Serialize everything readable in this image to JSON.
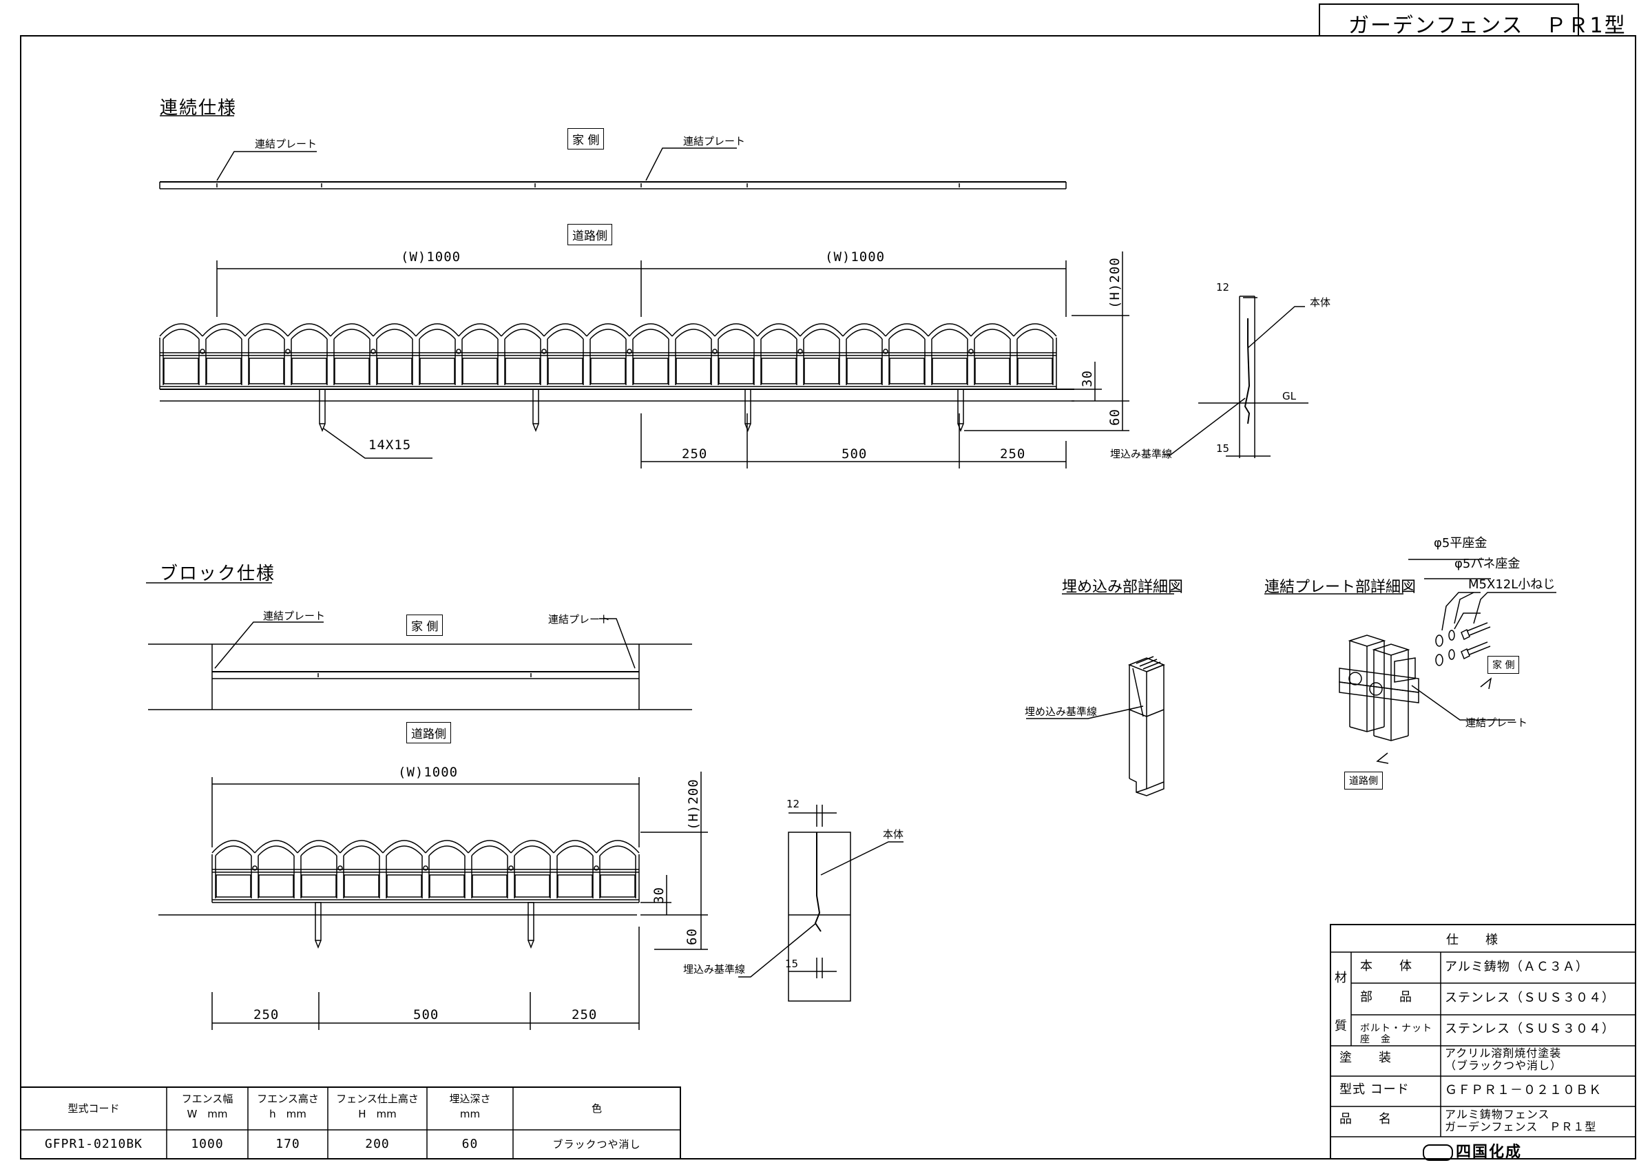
{
  "title_block": {
    "title": "ガーデンフェンス　ＰＲ1型"
  },
  "sections": {
    "continuous": "連続仕様",
    "block": "ブロック仕様",
    "burial_detail": "埋め込み部詳細図",
    "plate_detail": "連結プレート部詳細図"
  },
  "labels": {
    "house_side": "家 側",
    "road_side": "道路側",
    "connect_plate": "連結プレート",
    "body": "本体",
    "burial_line": "埋込み基準線",
    "burial_line2": "埋め込み基準線",
    "gl": "GL",
    "pin_size": "14X15",
    "washer_flat": "φ5平座金",
    "washer_spring": "φ5バネ座金",
    "screw": "M5X12L小ねじ"
  },
  "dimensions": {
    "w1000": "(W)1000",
    "h200": "(H)200",
    "d30": "30",
    "d60": "60",
    "d250": "250",
    "d500": "500",
    "d12": "12",
    "d15": "15"
  },
  "spec_table": {
    "header": "仕　　様",
    "material_label": [
      "材",
      "質"
    ],
    "rows": [
      {
        "label": "本　　体",
        "value": "アルミ鋳物（ＡＣ３Ａ）"
      },
      {
        "label": "部　　品",
        "value": "ステンレス（ＳＵＳ３０４）"
      },
      {
        "label": "ボルト・ナット\n座　金",
        "value": "ステンレス（ＳＵＳ３０４）"
      },
      {
        "label": "塗　　装",
        "value": "アクリル溶剤焼付塗装\n（ブラックつや消し）"
      },
      {
        "label": "型式 コード",
        "value": "ＧＦＰＲ１－０２１０ＢＫ"
      },
      {
        "label": "品　　名",
        "value": "アルミ鋳物フェンス\nガーデンフェンス　ＰＲ１型"
      }
    ],
    "logo": "四国化成"
  },
  "product_table": {
    "headers": [
      "型式コード",
      "フエンス幅\nW　mm",
      "フエンス高さ\nh　mm",
      "フェンス仕上高さ\nH　mm",
      "埋込深さ\nmm",
      "色"
    ],
    "row": [
      "GFPR1-0210BK",
      "1000",
      "170",
      "200",
      "60",
      "ブラックつや消し"
    ]
  }
}
